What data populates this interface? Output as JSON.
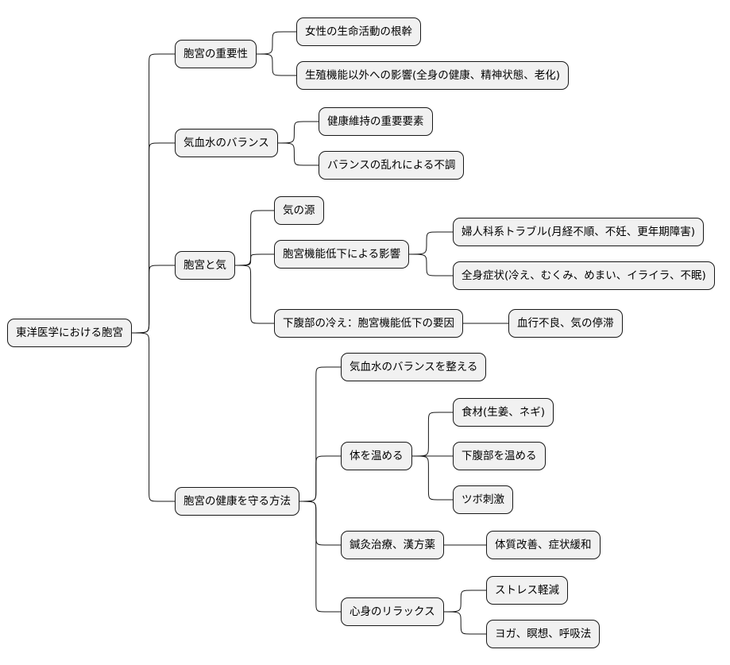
{
  "mindmap": {
    "root": "東洋医学における胞宮",
    "branches": [
      {
        "label": "胞宮の重要性",
        "children": [
          {
            "label": "女性の生命活動の根幹"
          },
          {
            "label": "生殖機能以外への影響(全身の健康、精神状態、老化)"
          }
        ]
      },
      {
        "label": "気血水のバランス",
        "children": [
          {
            "label": "健康維持の重要要素"
          },
          {
            "label": "バランスの乱れによる不調"
          }
        ]
      },
      {
        "label": "胞宮と気",
        "children": [
          {
            "label": "気の源"
          },
          {
            "label": "胞宮機能低下による影響",
            "children": [
              {
                "label": "婦人科系トラブル(月経不順、不妊、更年期障害)"
              },
              {
                "label": "全身症状(冷え、むくみ、めまい、イライラ、不眠)"
              }
            ]
          },
          {
            "label": "下腹部の冷え：胞宮機能低下の要因",
            "children": [
              {
                "label": "血行不良、気の停滞"
              }
            ]
          }
        ]
      },
      {
        "label": "胞宮の健康を守る方法",
        "children": [
          {
            "label": "気血水のバランスを整える"
          },
          {
            "label": "体を温める",
            "children": [
              {
                "label": "食材(生姜、ネギ)"
              },
              {
                "label": "下腹部を温める"
              },
              {
                "label": "ツボ刺激"
              }
            ]
          },
          {
            "label": "鍼灸治療、漢方薬",
            "children": [
              {
                "label": "体質改善、症状緩和"
              }
            ]
          },
          {
            "label": "心身のリラックス",
            "children": [
              {
                "label": "ストレス軽減"
              },
              {
                "label": "ヨガ、瞑想、呼吸法"
              }
            ]
          }
        ]
      }
    ]
  }
}
